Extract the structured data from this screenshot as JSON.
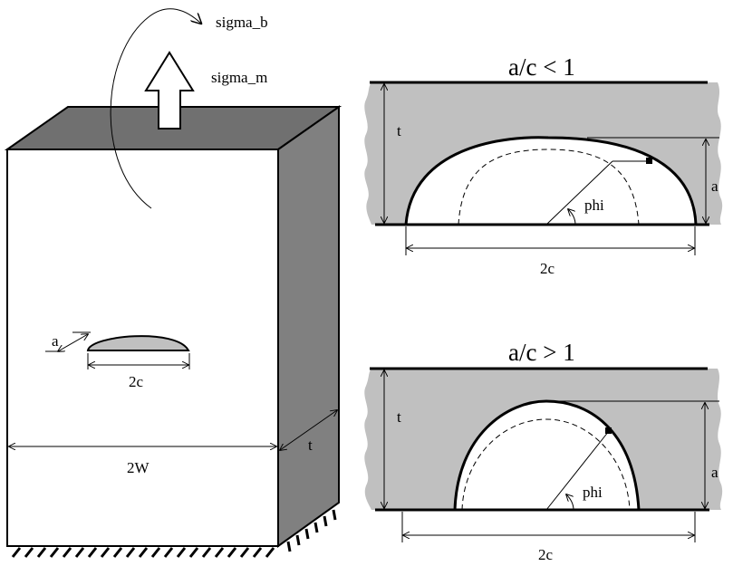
{
  "labels": {
    "sigma_b": "sigma_b",
    "sigma_m": "sigma_m",
    "block_a": "a",
    "block_2c": "2c",
    "block_2w": "2W",
    "block_t": "t"
  },
  "panels": [
    {
      "title": "a/c < 1",
      "t": "t",
      "a": "a",
      "phi": "phi",
      "two_c": "2c"
    },
    {
      "title": "a/c > 1",
      "t": "t",
      "a": "a",
      "phi": "phi",
      "two_c": "2c"
    }
  ],
  "colors": {
    "material_gray": "#c0c0c0",
    "block_dark": "#808080",
    "block_top": "#707070",
    "crack_fill": "#c0c0c0"
  }
}
